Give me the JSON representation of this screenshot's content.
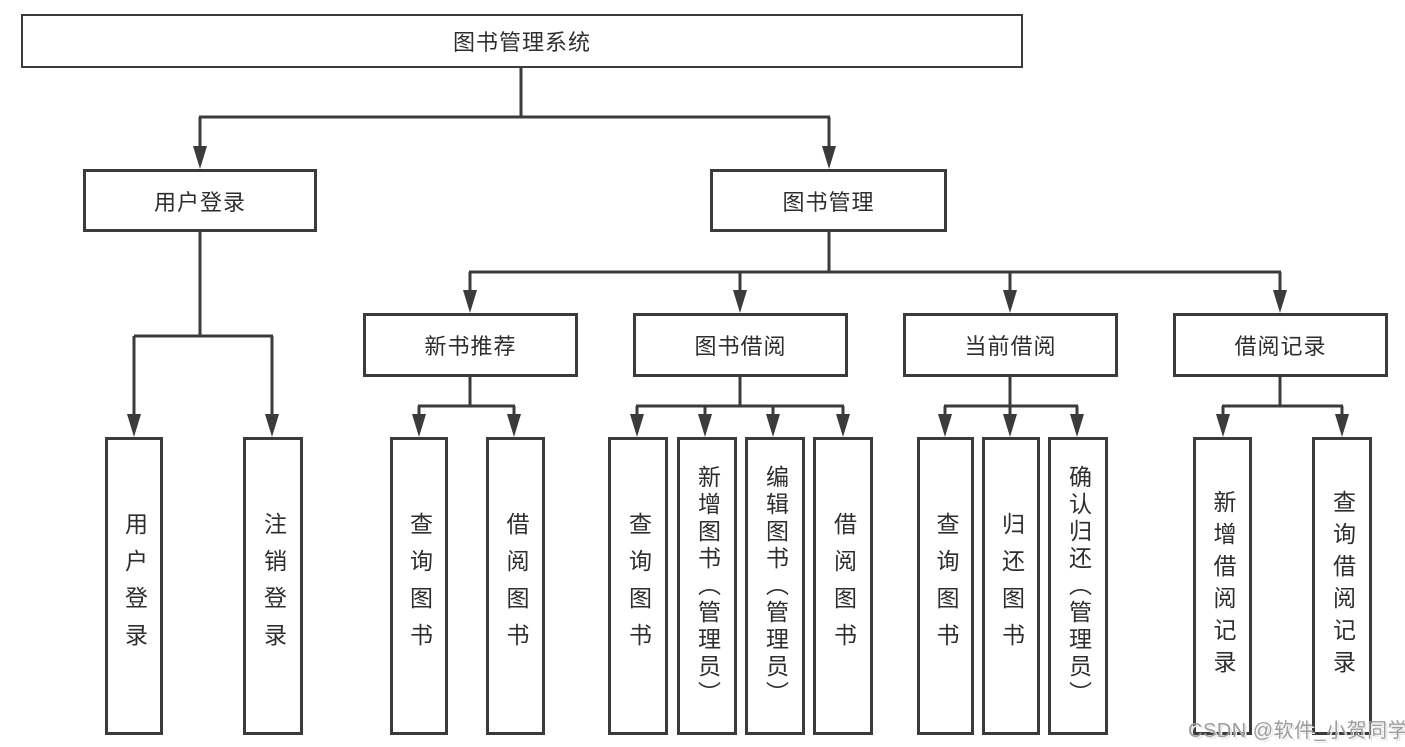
{
  "diagram": {
    "type": "hierarchy-tree",
    "root": {
      "label": "图书管理系统"
    },
    "branches": [
      {
        "label": "用户登录",
        "children": [
          {
            "label": "用户登录"
          },
          {
            "label": "注销登录"
          }
        ]
      },
      {
        "label": "图书管理",
        "children": [
          {
            "label": "新书推荐",
            "children": [
              {
                "label": "查询图书"
              },
              {
                "label": "借阅图书"
              }
            ]
          },
          {
            "label": "图书借阅",
            "children": [
              {
                "label": "查询图书"
              },
              {
                "label": "新增图书（管理员）"
              },
              {
                "label": "编辑图书（管理员）"
              },
              {
                "label": "借阅图书"
              }
            ]
          },
          {
            "label": "当前借阅",
            "children": [
              {
                "label": "查询图书"
              },
              {
                "label": "归还图书"
              },
              {
                "label": "确认归还（管理员）"
              }
            ]
          },
          {
            "label": "借阅记录",
            "children": [
              {
                "label": "新增借阅记录"
              },
              {
                "label": "查询借阅记录"
              }
            ]
          }
        ]
      }
    ]
  },
  "watermark": {
    "text": "CSDN @软件_小贺同学"
  },
  "colors": {
    "line": "#3b3b3b",
    "box_border": "#3b3b3b",
    "box_fill": "#ffffff",
    "text": "#2e2e2e",
    "watermark": "#9d9d9d",
    "background": "#ffffff"
  }
}
